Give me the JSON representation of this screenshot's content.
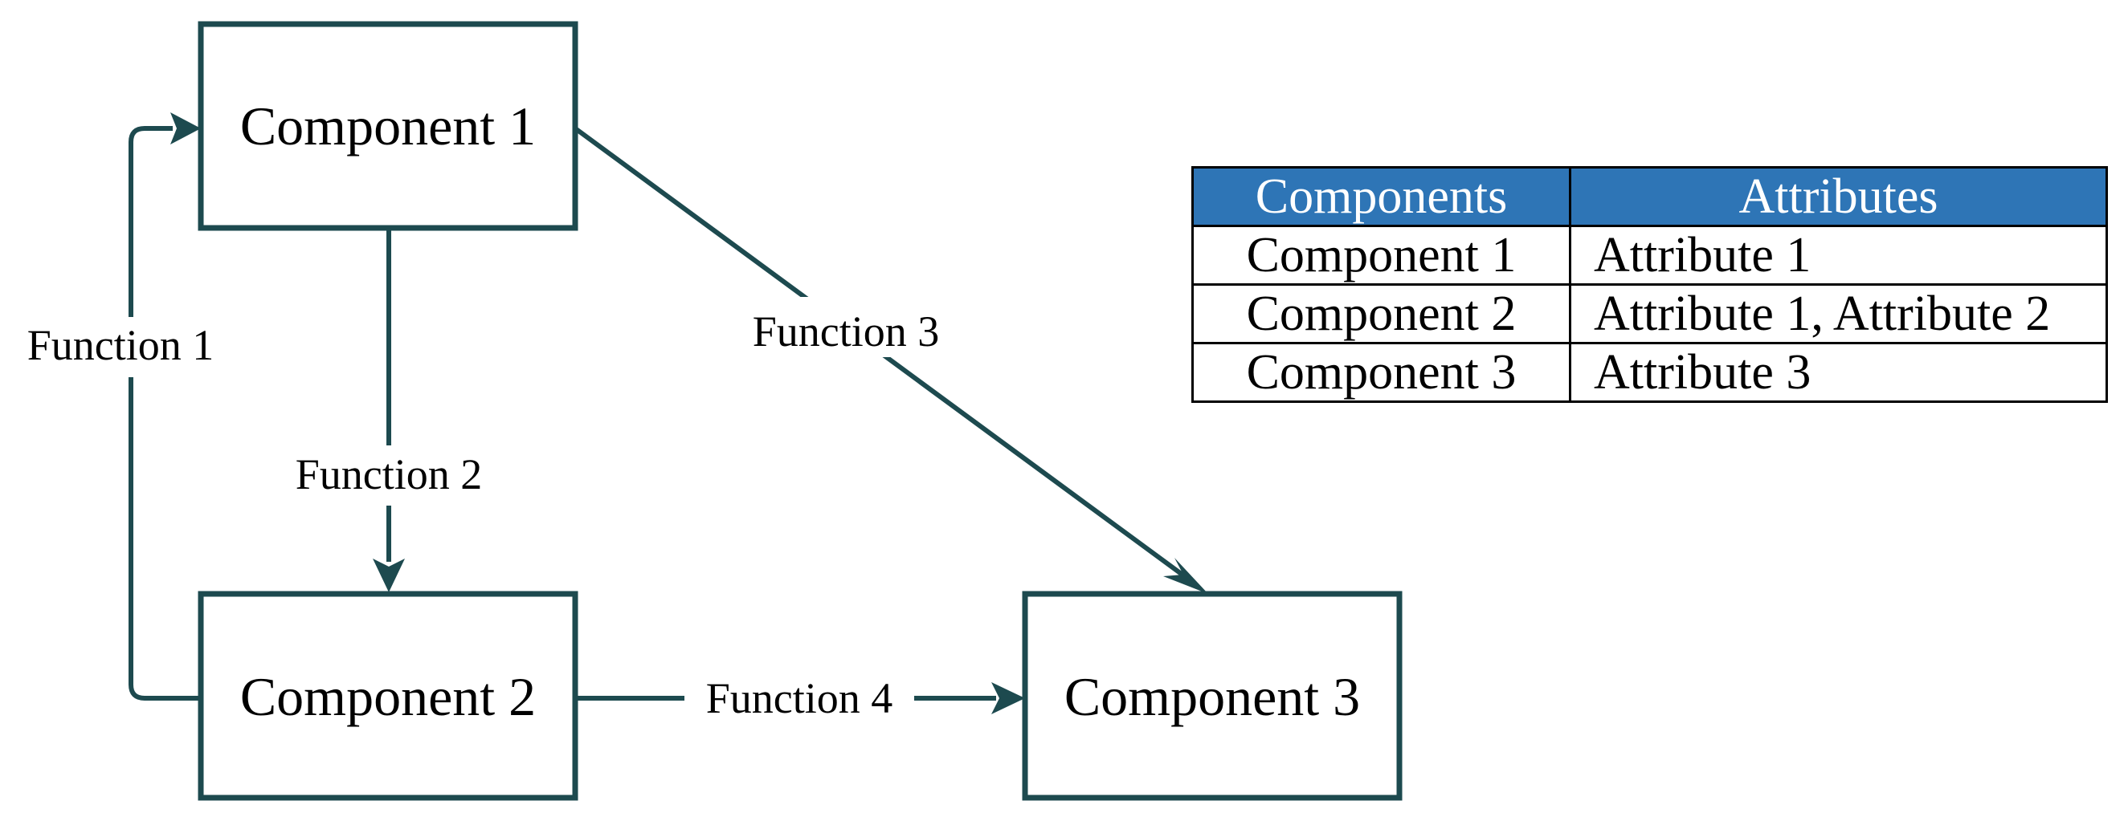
{
  "diagram": {
    "nodes": [
      {
        "id": "component-1",
        "label": "Component 1"
      },
      {
        "id": "component-2",
        "label": "Component 2"
      },
      {
        "id": "component-3",
        "label": "Component 3"
      }
    ],
    "edges": [
      {
        "from": "component-2",
        "to": "component-1",
        "label": "Function 1"
      },
      {
        "from": "component-1",
        "to": "component-2",
        "label": "Function 2"
      },
      {
        "from": "component-1",
        "to": "component-3",
        "label": "Function 3"
      },
      {
        "from": "component-2",
        "to": "component-3",
        "label": "Function 4"
      }
    ],
    "colors": {
      "node_border": "#1d4a4f",
      "arrow": "#1d4a4f"
    }
  },
  "table": {
    "headers": [
      "Components",
      "Attributes"
    ],
    "rows": [
      [
        "Component 1",
        "Attribute 1"
      ],
      [
        "Component 2",
        "Attribute 1, Attribute 2"
      ],
      [
        "Component 3",
        "Attribute 3"
      ]
    ],
    "header_color": "#2e75b6"
  }
}
